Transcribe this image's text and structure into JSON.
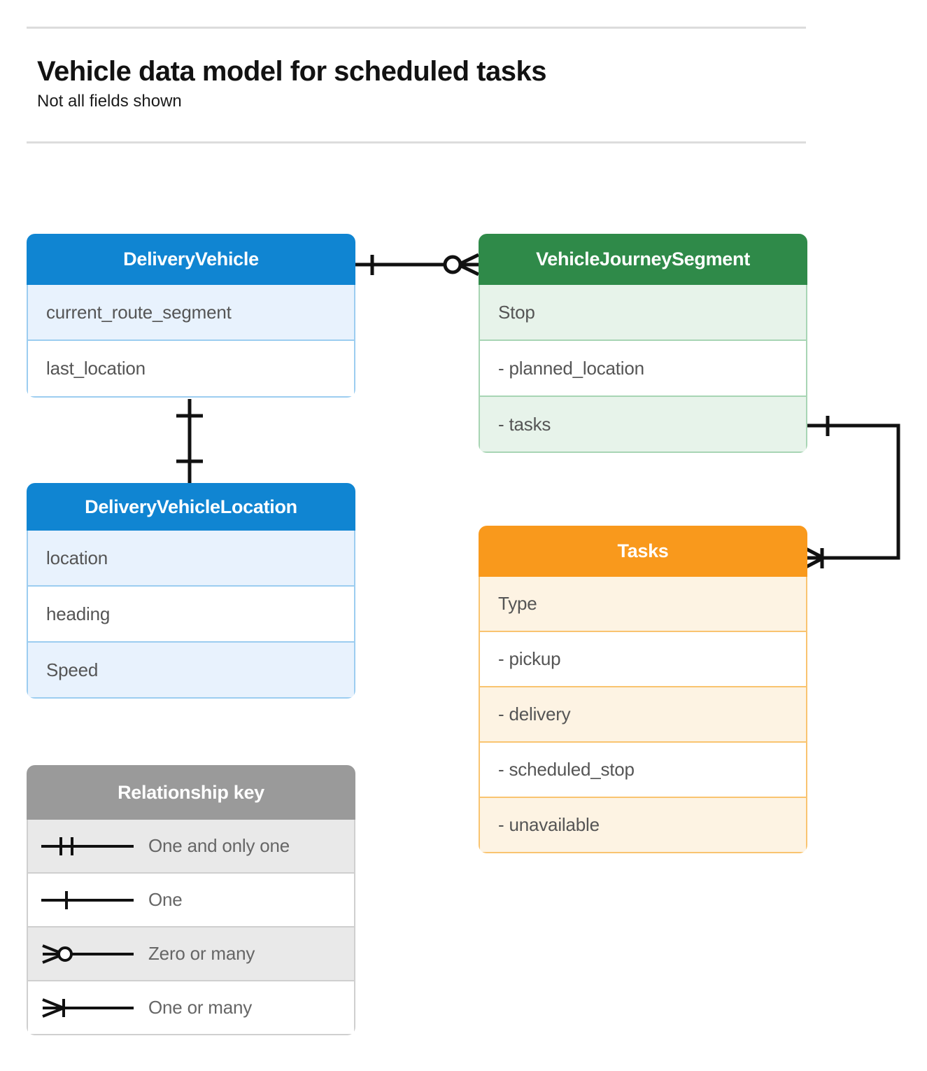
{
  "header": {
    "title": "Vehicle data model for scheduled tasks",
    "subtitle": "Not all fields shown"
  },
  "entities": {
    "delivery_vehicle": {
      "name": "DeliveryVehicle",
      "color": "#1085d2",
      "fields": [
        "current_route_segment",
        "last_location"
      ]
    },
    "vehicle_journey_segment": {
      "name": "VehicleJourneySegment",
      "color": "#2f8a49",
      "fields": [
        "Stop",
        "-  planned_location",
        "- tasks"
      ]
    },
    "delivery_vehicle_location": {
      "name": "DeliveryVehicleLocation",
      "color": "#1085d2",
      "fields": [
        "location",
        "heading",
        "Speed"
      ]
    },
    "tasks": {
      "name": "Tasks",
      "color": "#f9991c",
      "fields": [
        "Type",
        "-  pickup",
        "-  delivery",
        "-  scheduled_stop",
        "-  unavailable"
      ]
    }
  },
  "legend": {
    "title": "Relationship key",
    "color": "#9a9a9a",
    "items": [
      {
        "symbol": "one-and-only-one",
        "label": "One and only one"
      },
      {
        "symbol": "one",
        "label": "One"
      },
      {
        "symbol": "zero-or-many",
        "label": "Zero or many"
      },
      {
        "symbol": "one-or-many",
        "label": "One or many"
      }
    ]
  },
  "relationships": [
    {
      "from": "delivery_vehicle",
      "to": "vehicle_journey_segment",
      "from_cardinality": "one",
      "to_cardinality": "zero-or-many"
    },
    {
      "from": "delivery_vehicle",
      "to": "delivery_vehicle_location",
      "from_cardinality": "one",
      "to_cardinality": "one"
    },
    {
      "from": "vehicle_journey_segment",
      "to": "tasks",
      "from_cardinality": "one",
      "to_cardinality": "one-or-many"
    }
  ]
}
